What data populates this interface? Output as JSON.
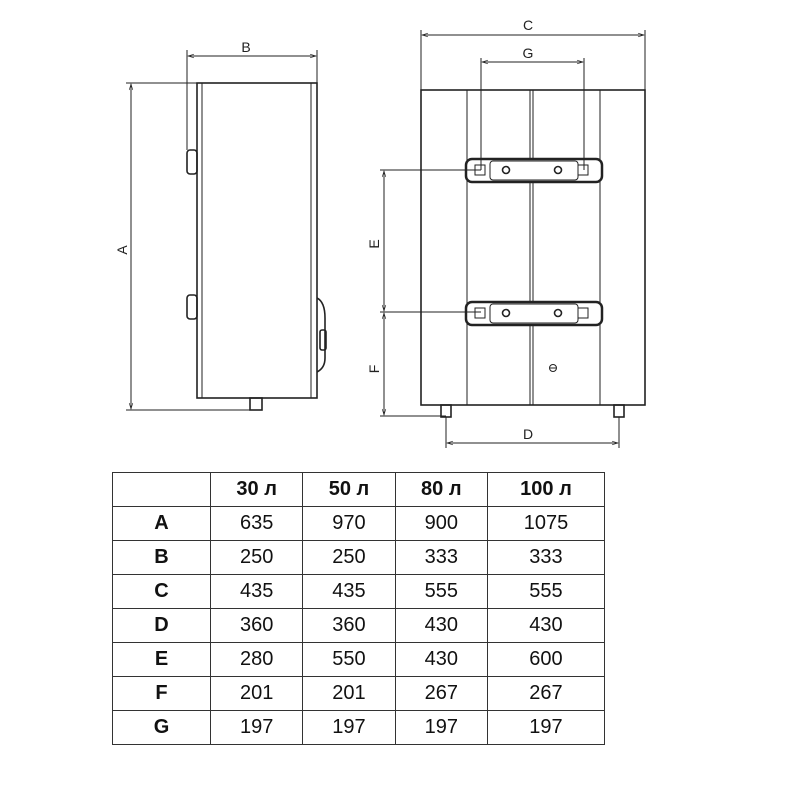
{
  "labels": {
    "A": "A",
    "B": "B",
    "C": "C",
    "D": "D",
    "E": "E",
    "F": "F",
    "G": "G"
  },
  "table": {
    "headers": [
      "",
      "30 л",
      "50 л",
      "80 л",
      "100 л"
    ],
    "rows": [
      {
        "label": "A",
        "values": [
          "635",
          "970",
          "900",
          "1075"
        ]
      },
      {
        "label": "B",
        "values": [
          "250",
          "250",
          "333",
          "333"
        ]
      },
      {
        "label": "C",
        "values": [
          "435",
          "435",
          "555",
          "555"
        ]
      },
      {
        "label": "D",
        "values": [
          "360",
          "360",
          "430",
          "430"
        ]
      },
      {
        "label": "E",
        "values": [
          "280",
          "550",
          "430",
          "600"
        ]
      },
      {
        "label": "F",
        "values": [
          "201",
          "201",
          "267",
          "267"
        ]
      },
      {
        "label": "G",
        "values": [
          "197",
          "197",
          "197",
          "197"
        ]
      }
    ]
  }
}
